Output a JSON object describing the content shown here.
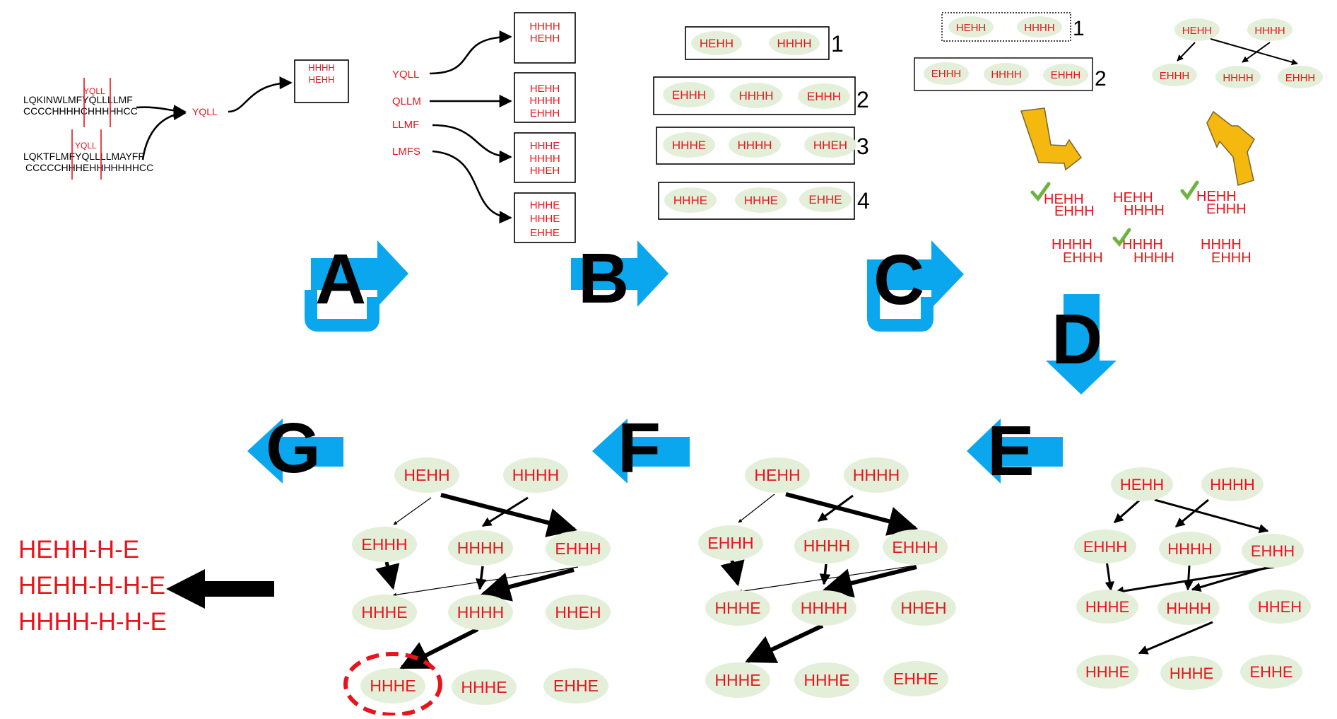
{
  "panelA": {
    "seq1": "LQKINWLMFYQLLLLMF",
    "ss1": "CCCCHHHHCHHHHHCC",
    "seq2": "LQKTFLMFYQLLLLMAYFF",
    "ss2": "CCCCCHHHEHHHHHHHCC",
    "window_label": "YQLL",
    "merged": "YQLL",
    "box": [
      "HHHH",
      "HEHH"
    ]
  },
  "panelB": {
    "fragments": [
      "YQLL",
      "QLLM",
      "LLMF",
      "LMFS"
    ],
    "boxes": [
      [
        "HHHH",
        "HEHH"
      ],
      [
        "HEHH",
        "HHHH",
        "EHHH"
      ],
      [
        "HHHE",
        "HHHH",
        "HHEH"
      ],
      [
        "HHHE",
        "HHHE",
        "EHHE"
      ]
    ]
  },
  "panelB2": {
    "rows": [
      {
        "num": "1",
        "items": [
          "HEHH",
          "HHHH"
        ]
      },
      {
        "num": "2",
        "items": [
          "EHHH",
          "HHHH",
          "EHHH"
        ]
      },
      {
        "num": "3",
        "items": [
          "HHHE",
          "HHHH",
          "HHEH"
        ]
      },
      {
        "num": "4",
        "items": [
          "HHHE",
          "HHHE",
          "EHHE"
        ]
      }
    ]
  },
  "panelC": {
    "rows": [
      {
        "num": "1",
        "items": [
          "HEHH",
          "HHHH"
        ]
      },
      {
        "num": "2",
        "items": [
          "EHHH",
          "HHHH",
          "EHHH"
        ]
      }
    ],
    "tree": {
      "top": [
        "HEHH",
        "HHHH"
      ],
      "bottom": [
        "EHHH",
        "HHHH",
        "EHHH"
      ]
    },
    "pairs": [
      {
        "top": "HEHH",
        "bottom": "EHHH",
        "checked": true
      },
      {
        "top": "HEHH",
        "bottom": "HHHH",
        "checked": false
      },
      {
        "top": "HEHH",
        "bottom": "EHHH",
        "checked": true
      },
      {
        "top": "HHHH",
        "bottom": "EHHH",
        "checked": false
      },
      {
        "top": "HHHH",
        "bottom": "HHHH",
        "checked": true
      },
      {
        "top": "HHHH",
        "bottom": "EHHH",
        "checked": false
      }
    ]
  },
  "steps": [
    "A",
    "B",
    "C",
    "D",
    "E",
    "F",
    "G"
  ],
  "graph": {
    "layer1": [
      "HEHH",
      "HHHH"
    ],
    "layer2": [
      "EHHH",
      "HHHH",
      "EHHH"
    ],
    "layer3": [
      "HHHE",
      "HHHH",
      "HHEH"
    ],
    "layer4": [
      "HHHE",
      "HHHE",
      "EHHE"
    ]
  },
  "result": {
    "lines": [
      "HEHH-H-E",
      "HEHH-H-H-E",
      "HHHH-H-H-E"
    ]
  },
  "colors": {
    "text_red": "#e8141c",
    "node_green": "#e3efd9",
    "step_blue": "#0aa6ee",
    "hand_orange": "#f5b80e",
    "check_green": "#6db33f"
  }
}
